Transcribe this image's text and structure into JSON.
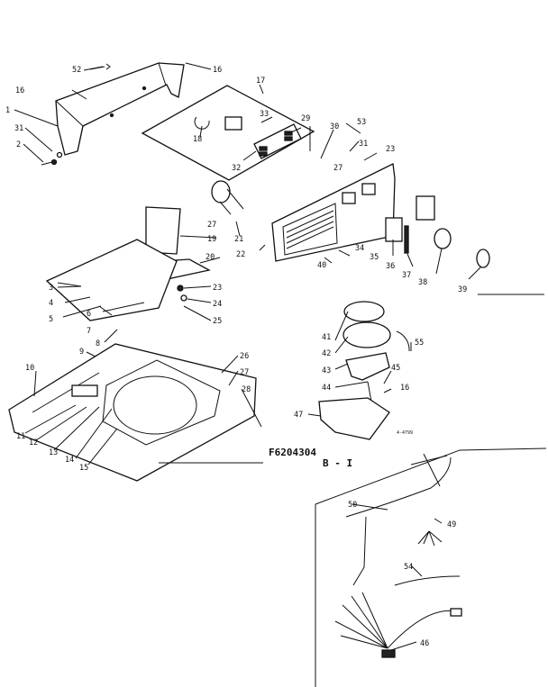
{
  "diagram_id": "F6204304",
  "section": "B - I",
  "small_code": "4-4799",
  "callouts": {
    "c1": "1",
    "c2": "2",
    "c3": "3",
    "c4": "4",
    "c5": "5",
    "c6": "6",
    "c7": "7",
    "c8": "8",
    "c9": "9",
    "c10": "10",
    "c11": "11",
    "c12": "12",
    "c13": "13",
    "c14": "14",
    "c15": "15",
    "c16": "16",
    "c16b": "16",
    "c16c": "16",
    "c17": "17",
    "c18": "18",
    "c19": "19",
    "c20": "20",
    "c21": "21",
    "c22": "22",
    "c23": "23",
    "c23b": "23",
    "c24": "24",
    "c25": "25",
    "c26": "26",
    "c27": "27",
    "c27b": "27",
    "c27c": "27",
    "c28": "28",
    "c29": "29",
    "c30": "30",
    "c31": "31",
    "c31b": "31",
    "c32": "32",
    "c33": "33",
    "c34": "34",
    "c35": "35",
    "c36": "36",
    "c37": "37",
    "c38": "38",
    "c39": "39",
    "c40": "40",
    "c41": "41",
    "c42": "42",
    "c43": "43",
    "c44": "44",
    "c45": "45",
    "c46": "46",
    "c47": "47",
    "c49": "49",
    "c50": "50",
    "c52": "52",
    "c53": "53",
    "c54": "54",
    "c55": "55"
  }
}
